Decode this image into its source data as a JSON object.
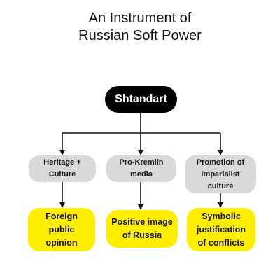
{
  "title": {
    "line1": "An Instrument of",
    "line2": "Russian Soft Power"
  },
  "root": {
    "label": "Shtandart"
  },
  "branches": [
    {
      "label_lines": [
        "Heritage +",
        "Culture"
      ],
      "leaf_lines": [
        "Foreign",
        "public",
        "opinion"
      ]
    },
    {
      "label_lines": [
        "Pro-Kremlin",
        "media"
      ],
      "leaf_lines": [
        "Positive image",
        "of Russia"
      ]
    },
    {
      "label_lines": [
        "Promotion of",
        "imperialist",
        "culture"
      ],
      "leaf_lines": [
        "Symbolic",
        "justification",
        "of conflicts"
      ]
    }
  ],
  "colors": {
    "root_fill": "#000000",
    "root_text": "#ffffff",
    "mid_fill": "#d9d9d9",
    "leaf_fill": "#ffee00",
    "connector": "#111111"
  }
}
